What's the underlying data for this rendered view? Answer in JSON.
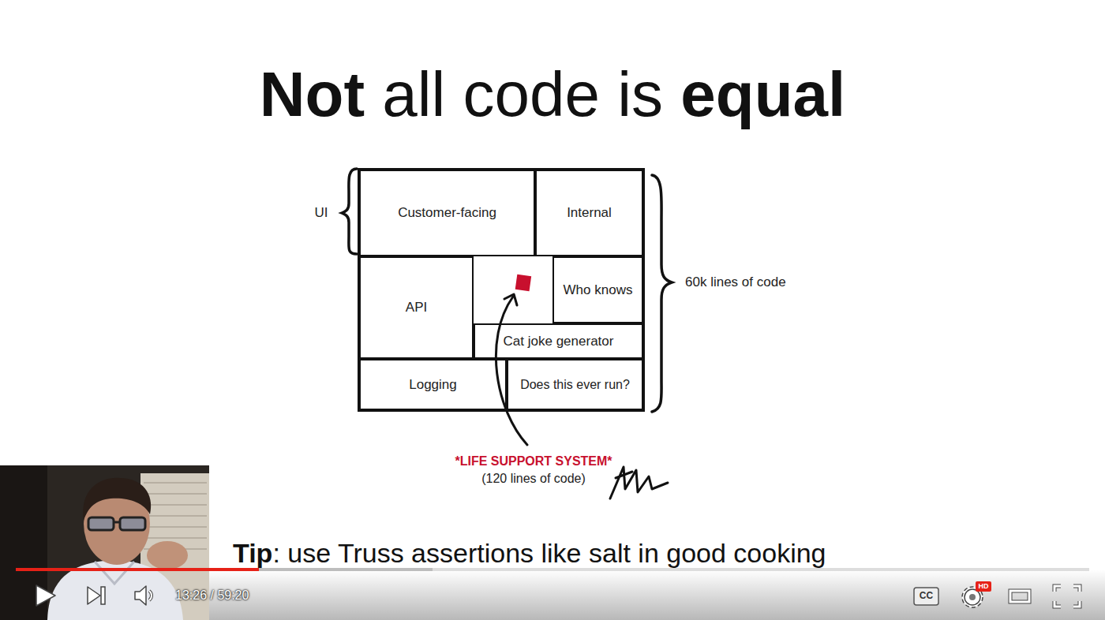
{
  "diagram": {
    "title": "Not all code is equal",
    "caption": "Tip: use Truss assertions like salt in good cooking",
    "nodes": [
      {
        "text": [
          "Customer-facing"
        ]
      },
      {
        "text": [
          "Internal"
        ]
      },
      {
        "text": [
          "API"
        ]
      },
      {
        "text": [
          "Who knows"
        ]
      },
      {
        "text": [
          "Cat joke generator"
        ]
      },
      {
        "text": [
          "Logging"
        ]
      },
      {
        "text": [
          "Does this ever run?"
        ]
      }
    ],
    "labels": [
      "UI",
      "60k lines of code",
      "*LIFE SUPPORT SYSTEM*",
      "(120 lines of code)",
      "13:26 / 59:20",
      "CC",
      "HD"
    ]
  }
}
